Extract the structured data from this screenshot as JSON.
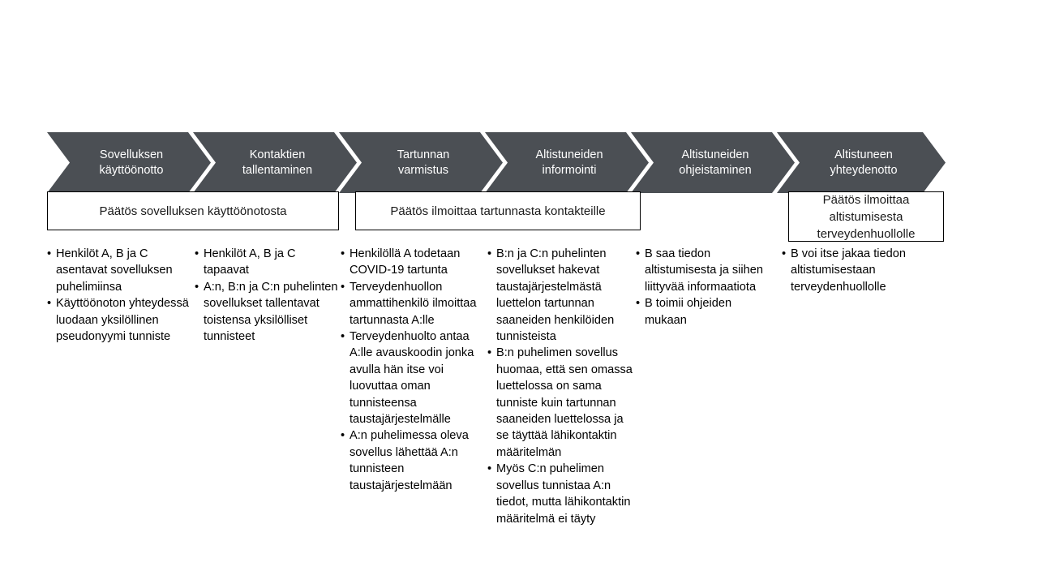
{
  "diagram": {
    "title_visible": false,
    "colors": {
      "chevron_fill": "#4b4f54",
      "chevron_text": "#ffffff",
      "box_border": "#000000",
      "page_background": "#ffffff",
      "body_text": "#000000"
    },
    "process_steps": [
      {
        "label": "Sovelluksen\nkäyttöönotto"
      },
      {
        "label": "Kontaktien\ntallentaminen"
      },
      {
        "label": "Tartunnan\nvarmistus"
      },
      {
        "label": "Altistuneiden\ninformointi"
      },
      {
        "label": "Altistuneiden\nohjeistaminen"
      },
      {
        "label": "Altistuneen\nyhteydenotto"
      }
    ],
    "decision_boxes": [
      {
        "text": "Päätös sovelluksen käyttöönotosta"
      },
      {
        "text": "Päätös ilmoittaa tartunnasta kontakteille"
      },
      {
        "text": "Päätös ilmoittaa\naltistumisesta\nterveydenhuollolle"
      }
    ],
    "bullet_columns": [
      {
        "items": [
          "Henkilöt A, B ja C asentavat sovelluksen puhelimiinsa",
          "Käyttöönoton yhteydessä luodaan yksilöllinen pseudonyymi tunniste"
        ]
      },
      {
        "items": [
          "Henkilöt A, B ja C tapaavat",
          "A:n, B:n ja C:n puhelinten sovellukset tallentavat toistensa yksilölliset tunnisteet"
        ]
      },
      {
        "items": [
          "Henkilöllä A todetaan COVID-19 tartunta",
          "Terveydenhuollon ammattihenkilö ilmoittaa tartunnasta A:lle",
          "Terveydenhuolto antaa A:lle avauskoodin jonka avulla hän itse voi luovuttaa oman tunnisteensa taustajärjestelmälle",
          "A:n puhelimessa oleva sovellus lähettää A:n tunnisteen taustajärjestelmään"
        ]
      },
      {
        "items": [
          "B:n ja C:n puhelinten sovellukset hakevat taustajärjestelmästä luettelon tartunnan saaneiden henkilöiden tunnisteista",
          "B:n puhelimen sovellus huomaa, että sen omassa luettelossa on sama tunniste kuin tartunnan saaneiden luettelossa ja se täyttää lähikontaktin määritelmän",
          "Myös C:n puhelimen sovellus tunnistaa A:n tiedot, mutta lähikontaktin määritelmä ei täyty"
        ]
      },
      {
        "items": [
          "B saa tiedon altistumisesta ja siihen liittyvää informaatiota",
          "B toimii ohjeiden mukaan"
        ]
      },
      {
        "items": [
          "B voi itse jakaa tiedon altistumisestaan terveydenhuollolle"
        ]
      }
    ]
  }
}
